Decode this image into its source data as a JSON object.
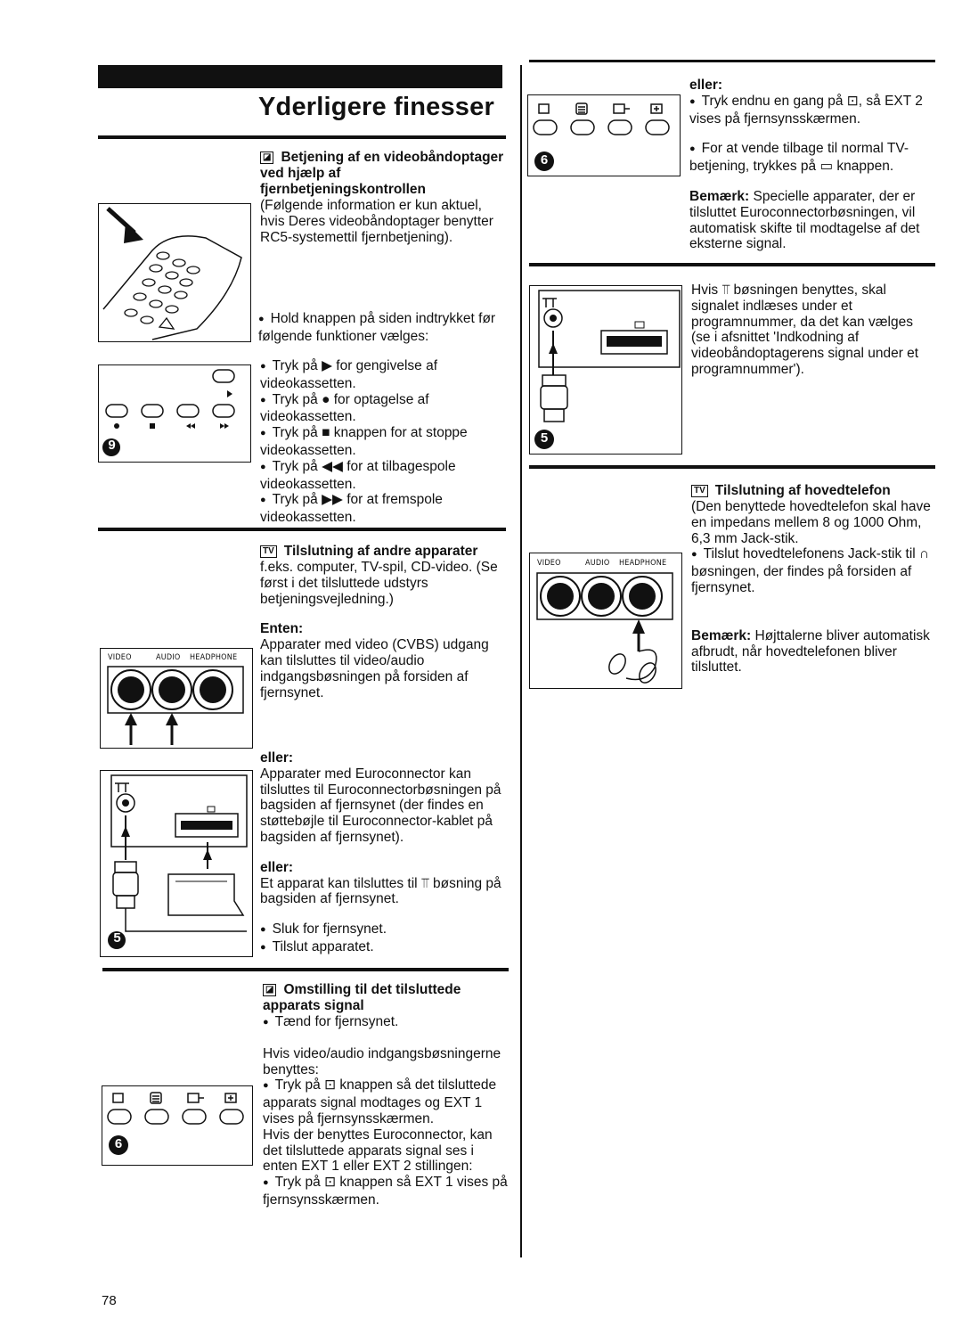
{
  "page": {
    "title": "Yderligere finesser",
    "page_number": "78"
  },
  "sections": {
    "videorecorder": {
      "heading": "Betjening af en videobåndoptager ved hjælp af fjernbetjeningskontrollen",
      "intro": "(Følgende information er kun aktuel, hvis Deres videobåndoptager benytter RC5-systemettil fjernbetjening).",
      "hold": "Hold knappen på siden indtrykket før følgende funktioner vælges:",
      "items": [
        "Tryk på ▶ for gengivelse af videokassetten.",
        "Tryk på ● for optagelse af videokassetten.",
        "Tryk på ■ knappen for at stoppe videokassetten.",
        "Tryk på ◀◀ for at tilbagespole videokassetten.",
        "Tryk på ▶▶ for at fremspole videokassetten."
      ]
    },
    "andre_apparater": {
      "heading": "Tilslutning af andre apparater",
      "intro": "f.eks. computer, TV-spil, CD-video. (Se først i det tilsluttede udstyrs betjeningsvejledning.)",
      "enten_label": "Enten:",
      "enten_text": "Apparater med video (CVBS) udgang kan tilsluttes til video/audio indgangsbøsningen på forsiden af fjernsynet.",
      "eller1_label": "eller:",
      "eller1_text": "Apparater med Euroconnector kan tilsluttes til Euroconnectorbøsningen på bagsiden af fjernsynet (der findes en støttebøjle til Euroconnector-kablet på bagsiden af fjernsynet).",
      "eller2_label": "eller:",
      "eller2_text": "Et apparat kan tilsluttes til ⫪ bøsning på bagsiden af fjernsynet.",
      "items": [
        "Sluk for fjernsynet.",
        "Tilslut apparatet."
      ]
    },
    "omstilling": {
      "heading": "Omstilling til det tilsluttede apparats signal",
      "item1": "Tænd for fjernsynet.",
      "hvis": "Hvis video/audio indgangsbøsningerne benyttes:",
      "item2": "Tryk på ⊡ knappen så det tilsluttede apparats signal modtages og EXT 1 vises på fjernsynsskærmen.",
      "euro": "Hvis der benyttes Euroconnector, kan det tilsluttede apparats signal ses i enten EXT 1 eller EXT 2 stillingen:",
      "item3": "Tryk på ⊡ knappen så EXT 1 vises på fjernsynsskærmen."
    },
    "right_top": {
      "eller_label": "eller:",
      "item1": "Tryk endnu en gang på ⊡, så EXT 2 vises på fjernsynsskærmen.",
      "item2": "For at vende tilbage til normal TV-betjening, trykkes på ▭ knappen.",
      "note_label": "Bemærk:",
      "note_text": "Specielle apparater, der er tilsluttet Euroconnectorbøsningen, vil automatisk skifte til modtagelse af det eksterne signal."
    },
    "antenna": {
      "text": "Hvis ⫪ bøsningen benyttes, skal signalet indlæses under et programnummer, da det kan vælges (se i afsnittet 'Indkodning af videobåndoptagerens signal under et programnummer')."
    },
    "hovedtelefon": {
      "heading": "Tilslutning af hovedtelefon",
      "intro": "(Den benyttede hovedtelefon skal have en impedans mellem 8 og 1000 Ohm, 6,3 mm Jack-stik.",
      "item1": "Tilslut hovedtelefonens Jack-stik til ∩ bøsningen, der findes på forsiden af fjernsynet.",
      "note_label": "Bemærk:",
      "note_text": "Højttalerne bliver automatisk afbrudt, når hovedtelefonen bliver tilsluttet."
    }
  },
  "figures": {
    "jack_labels": [
      "VIDEO",
      "AUDIO",
      "HEADPHONE"
    ],
    "badge_9": "9",
    "badge_5": "5",
    "badge_6": "6",
    "tv_icon": "TV"
  }
}
